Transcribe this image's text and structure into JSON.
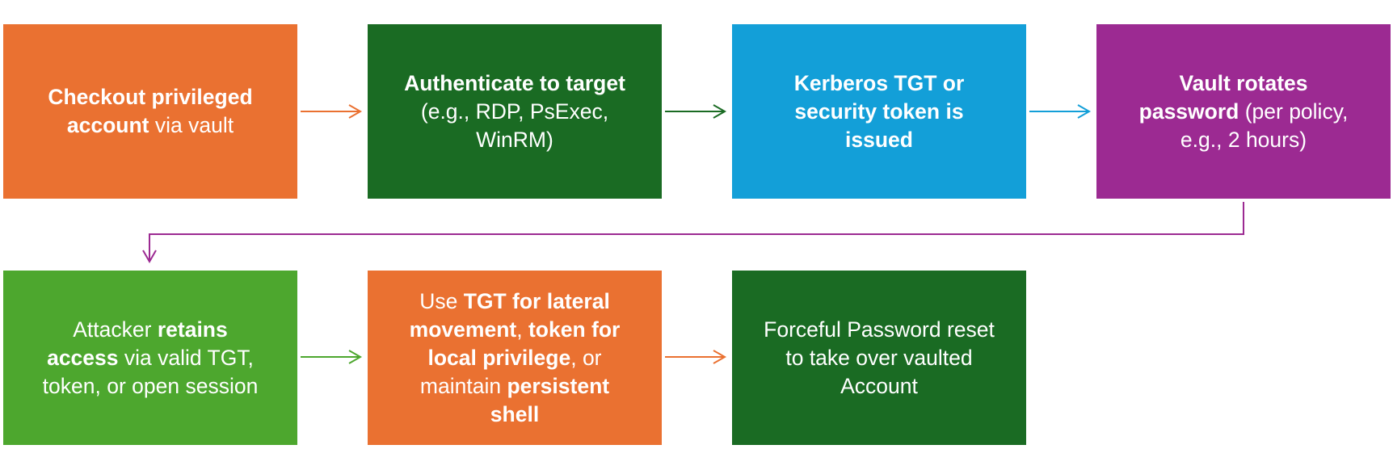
{
  "colors": {
    "orange": "#ea7131",
    "dark_green": "#1a6b23",
    "blue": "#139fd8",
    "purple": "#9c2a92",
    "light_green": "#4da72e"
  },
  "steps": [
    {
      "color": "#ea7131",
      "lines": [
        [
          {
            "t": "Checkout privileged",
            "b": true
          }
        ],
        [
          {
            "t": "account",
            "b": true
          },
          {
            "t": " via vault",
            "b": false
          }
        ]
      ]
    },
    {
      "color": "#1a6b23",
      "lines": [
        [
          {
            "t": "Authenticate to target",
            "b": true
          }
        ],
        [
          {
            "t": "(e.g., RDP, PsExec,",
            "b": false
          }
        ],
        [
          {
            "t": "WinRM)",
            "b": false
          }
        ]
      ]
    },
    {
      "color": "#139fd8",
      "lines": [
        [
          {
            "t": "Kerberos TGT or",
            "b": true
          }
        ],
        [
          {
            "t": "security token is",
            "b": true
          }
        ],
        [
          {
            "t": "issued",
            "b": true
          }
        ]
      ]
    },
    {
      "color": "#9c2a92",
      "lines": [
        [
          {
            "t": "Vault rotates",
            "b": true
          }
        ],
        [
          {
            "t": "password",
            "b": true
          },
          {
            "t": " (per policy,",
            "b": false
          }
        ],
        [
          {
            "t": "e.g., 2 hours)",
            "b": false
          }
        ]
      ]
    },
    {
      "color": "#4da72e",
      "lines": [
        [
          {
            "t": "Attacker ",
            "b": false
          },
          {
            "t": "retains",
            "b": true
          }
        ],
        [
          {
            "t": "access",
            "b": true
          },
          {
            "t": " via valid TGT,",
            "b": false
          }
        ],
        [
          {
            "t": "token, or open session",
            "b": false
          }
        ]
      ]
    },
    {
      "color": "#ea7131",
      "lines": [
        [
          {
            "t": "Use ",
            "b": false
          },
          {
            "t": "TGT for lateral",
            "b": true
          }
        ],
        [
          {
            "t": "movement",
            "b": true
          },
          {
            "t": ", ",
            "b": false
          },
          {
            "t": "token for",
            "b": true
          }
        ],
        [
          {
            "t": "local privilege",
            "b": true
          },
          {
            "t": ", or",
            "b": false
          }
        ],
        [
          {
            "t": "maintain ",
            "b": false
          },
          {
            "t": "persistent",
            "b": true
          }
        ],
        [
          {
            "t": "shell",
            "b": true
          }
        ]
      ]
    },
    {
      "color": "#1a6b23",
      "lines": [
        [
          {
            "t": "Forceful Password reset",
            "b": false
          }
        ],
        [
          {
            "t": "to take over vaulted",
            "b": false
          }
        ],
        [
          {
            "t": "Account",
            "b": false
          }
        ]
      ]
    }
  ],
  "connectors": [
    {
      "from": 1,
      "to": 2,
      "color": "#ea7131"
    },
    {
      "from": 2,
      "to": 3,
      "color": "#1a6b23"
    },
    {
      "from": 3,
      "to": 4,
      "color": "#139fd8"
    },
    {
      "from": 4,
      "to": 5,
      "color": "#9c2a92"
    },
    {
      "from": 5,
      "to": 6,
      "color": "#4da72e"
    },
    {
      "from": 6,
      "to": 7,
      "color": "#ea7131"
    }
  ]
}
